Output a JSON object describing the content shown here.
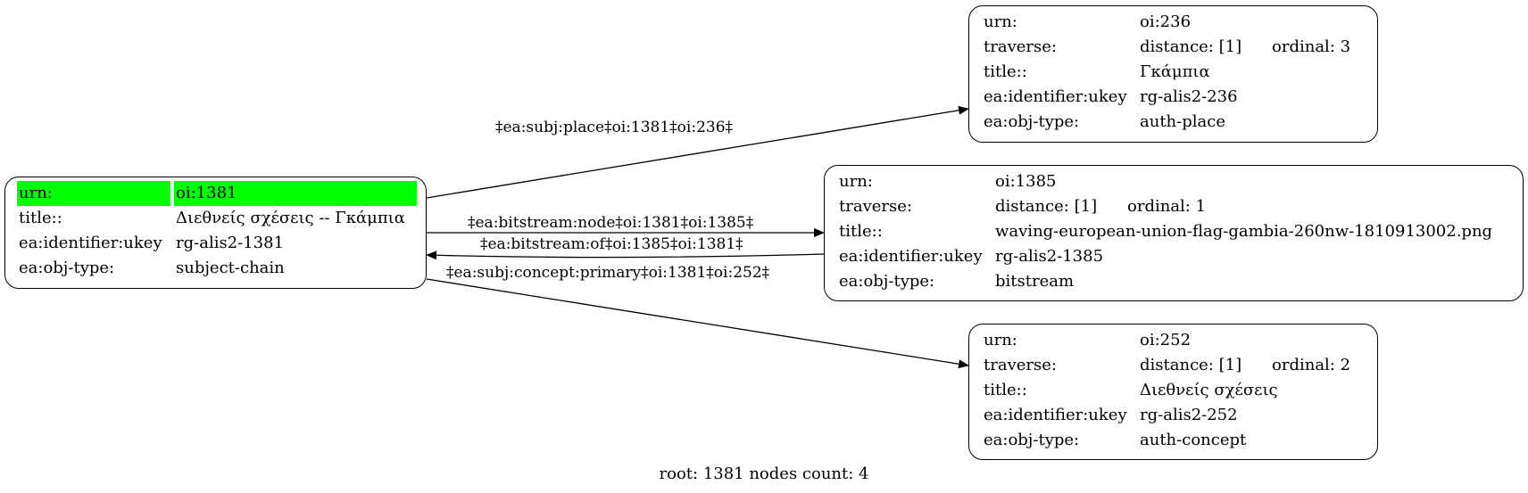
{
  "nodes": {
    "n1381": {
      "rows": [
        {
          "key": "urn:",
          "value": "oi:1381"
        },
        {
          "key": "title::",
          "value": "Διεθνείς σχέσεις -- Γκάμπια"
        },
        {
          "key": "ea:identifier:ukey",
          "value": "rg-alis2-1381"
        },
        {
          "key": "ea:obj-type:",
          "value": "subject-chain"
        }
      ],
      "highlight_color": "#00ff00"
    },
    "n236": {
      "rows": [
        {
          "key": "urn:",
          "value": "oi:236"
        },
        {
          "key": "traverse:",
          "value": "distance: [1]",
          "extra": "ordinal: 3"
        },
        {
          "key": "title::",
          "value": "Γκάμπια"
        },
        {
          "key": "ea:identifier:ukey",
          "value": "rg-alis2-236"
        },
        {
          "key": "ea:obj-type:",
          "value": "auth-place"
        }
      ]
    },
    "n1385": {
      "rows": [
        {
          "key": "urn:",
          "value": "oi:1385"
        },
        {
          "key": "traverse:",
          "value": "distance: [1]",
          "extra": "ordinal: 1"
        },
        {
          "key": "title::",
          "value": "waving-european-union-flag-gambia-260nw-1810913002.png"
        },
        {
          "key": "ea:identifier:ukey",
          "value": "rg-alis2-1385"
        },
        {
          "key": "ea:obj-type:",
          "value": "bitstream"
        }
      ]
    },
    "n252": {
      "rows": [
        {
          "key": "urn:",
          "value": "oi:252"
        },
        {
          "key": "traverse:",
          "value": "distance: [1]",
          "extra": "ordinal: 2"
        },
        {
          "key": "title::",
          "value": "Διεθνείς σχέσεις"
        },
        {
          "key": "ea:identifier:ukey",
          "value": "rg-alis2-252"
        },
        {
          "key": "ea:obj-type:",
          "value": "auth-concept"
        }
      ]
    }
  },
  "edges": {
    "e1": {
      "label": "‡ea:subj:place‡oi:1381‡oi:236‡"
    },
    "e2": {
      "label": "‡ea:bitstream:node‡oi:1381‡oi:1385‡"
    },
    "e3": {
      "label": "‡ea:bitstream:of‡oi:1385‡oi:1381‡"
    },
    "e4": {
      "label": "‡ea:subj:concept:primary‡oi:1381‡oi:252‡"
    }
  },
  "footer": "root: 1381 nodes count: 4"
}
